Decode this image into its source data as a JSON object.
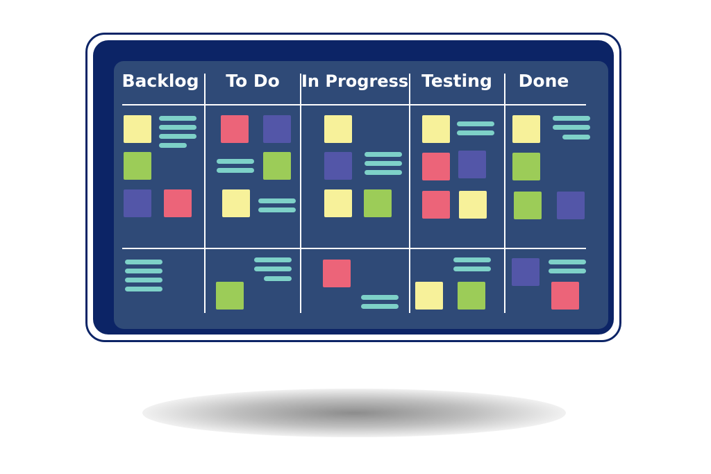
{
  "board": {
    "columns": [
      {
        "title": "Backlog"
      },
      {
        "title": "To Do"
      },
      {
        "title": "In Progress"
      },
      {
        "title": "Testing"
      },
      {
        "title": "Done"
      }
    ]
  },
  "colors": {
    "frame": "#0c2466",
    "board_background": "#2f4a77",
    "divider": "#ffffff",
    "text_line": "#7ed1c8",
    "sticky_yellow": "#f7f19a",
    "sticky_green": "#9ccc58",
    "sticky_purple": "#5356a8",
    "sticky_pink": "#ec6479"
  }
}
